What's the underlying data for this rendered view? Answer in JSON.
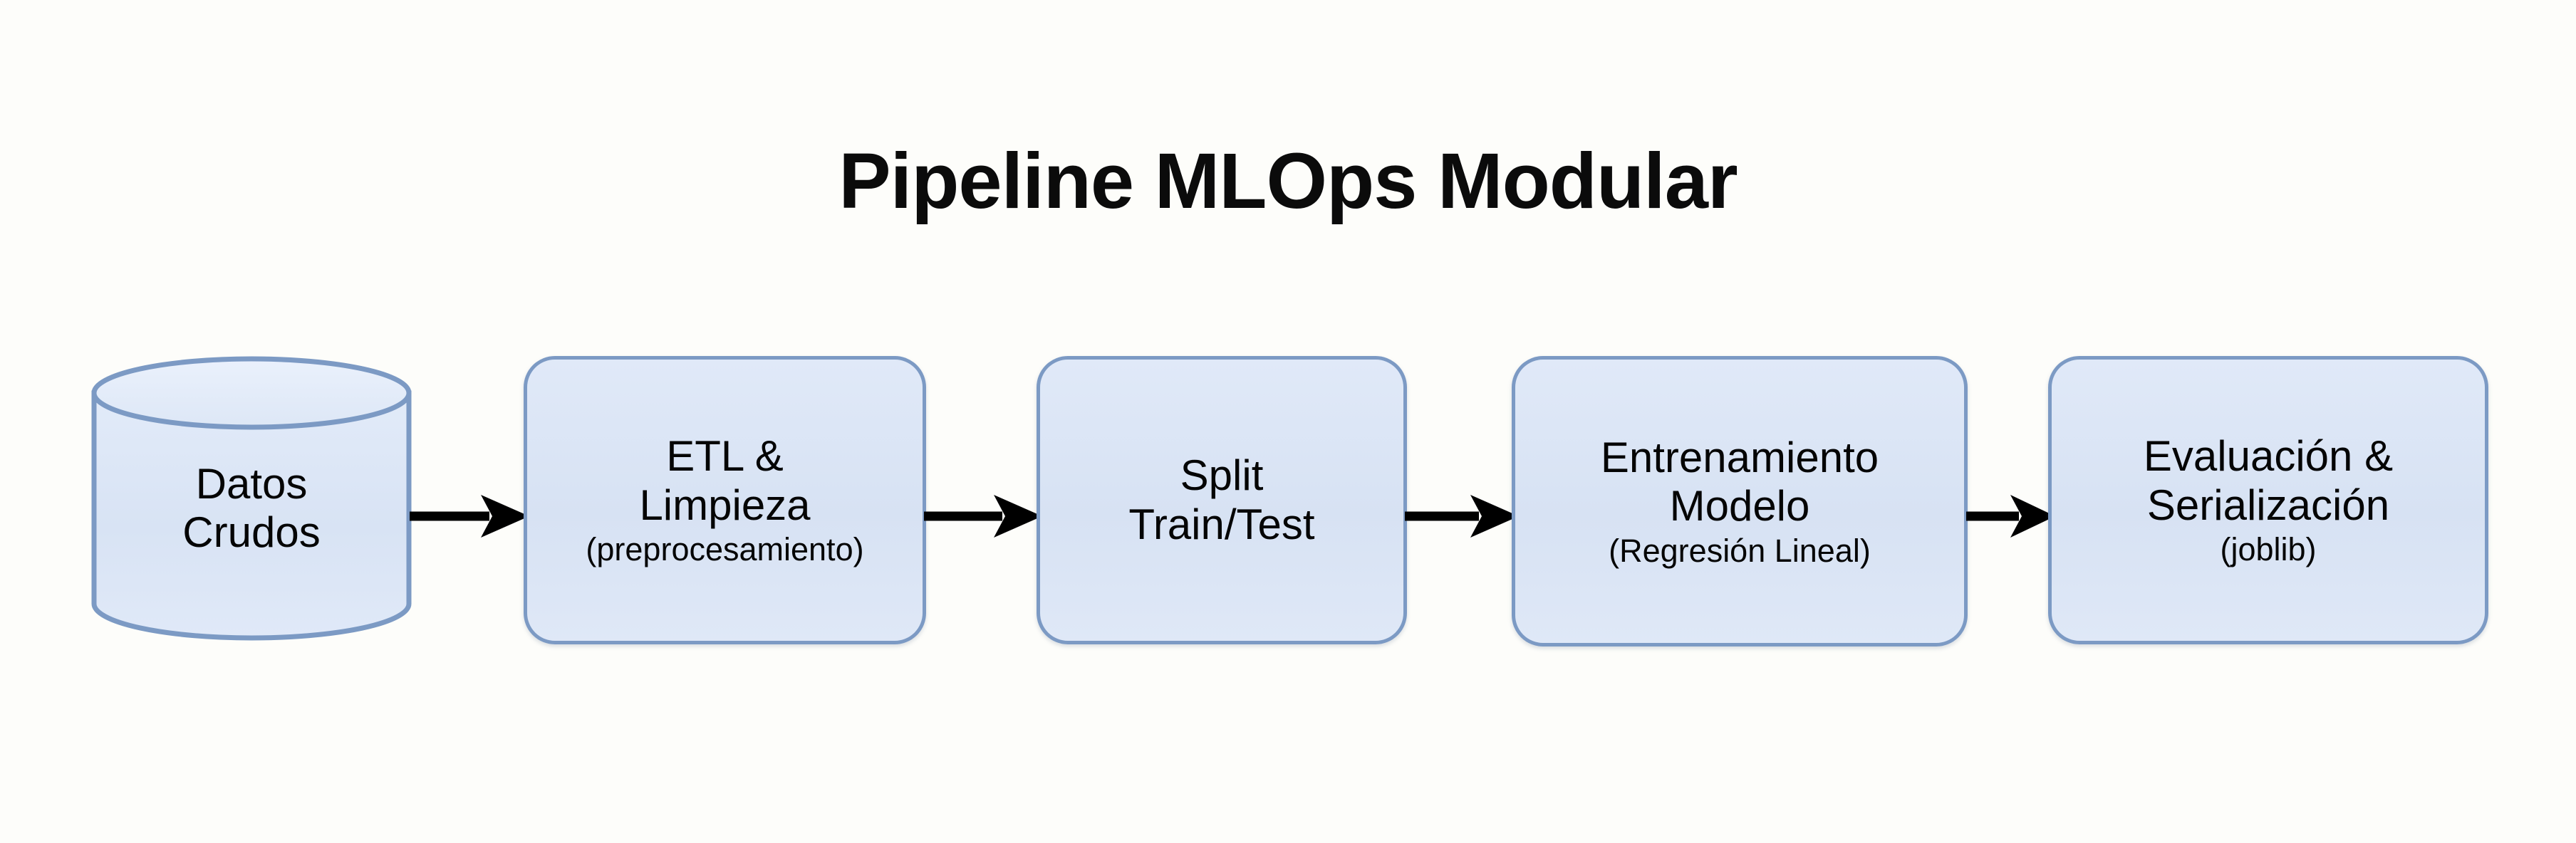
{
  "diagram": {
    "title": "Pipeline MLOps Modular",
    "type": "flowchart",
    "orientation": "left-to-right",
    "colors": {
      "background": "#fdfdfa",
      "node_fill": "#dbe5f5",
      "node_border": "#7c9ac4",
      "arrow": "#000000",
      "text": "#050505"
    },
    "nodes": [
      {
        "id": "datos-crudos",
        "shape": "cylinder",
        "title_line_1": "Datos",
        "title_line_2": "Crudos",
        "subtitle": ""
      },
      {
        "id": "etl-limpieza",
        "shape": "rounded-rect",
        "title_line_1": "ETL &",
        "title_line_2": "Limpieza",
        "subtitle": "(preprocesamiento)"
      },
      {
        "id": "split-train-test",
        "shape": "rounded-rect",
        "title_line_1": "Split",
        "title_line_2": "Train/Test",
        "subtitle": ""
      },
      {
        "id": "entrenamiento-modelo",
        "shape": "rounded-rect",
        "title_line_1": "Entrenamiento",
        "title_line_2": "Modelo",
        "subtitle": "(Regresión Lineal)"
      },
      {
        "id": "evaluacion-serializacion",
        "shape": "rounded-rect",
        "title_line_1": "Evaluación &",
        "title_line_2": "Serialización",
        "subtitle": "(joblib)"
      }
    ],
    "edges": [
      {
        "from": "datos-crudos",
        "to": "etl-limpieza",
        "label": ""
      },
      {
        "from": "etl-limpieza",
        "to": "split-train-test",
        "label": ""
      },
      {
        "from": "split-train-test",
        "to": "entrenamiento-modelo",
        "label": ""
      },
      {
        "from": "entrenamiento-modelo",
        "to": "evaluacion-serializacion",
        "label": ""
      }
    ]
  }
}
